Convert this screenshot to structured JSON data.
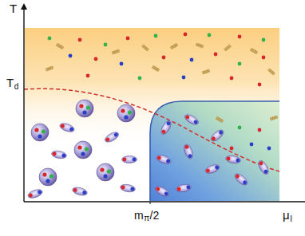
{
  "diagram": {
    "labels": [
      "T",
      "T",
      "d",
      "m",
      "π",
      "/2",
      "μ",
      "I"
    ]
  }
}
